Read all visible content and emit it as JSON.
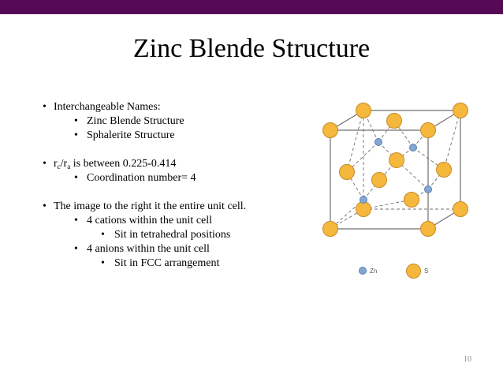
{
  "colors": {
    "top_bar": "#560a56",
    "sulfur_atom": "#f5b73c",
    "sulfur_atom_edge": "#c58d2a",
    "zinc_atom": "#86a6d2",
    "zinc_atom_edge": "#5a7fb2",
    "cell_edge": "#6f6f6f"
  },
  "slide": {
    "title": "Zinc Blende Structure",
    "bullets": {
      "names_heading": "Interchangeable Names:",
      "name_1": "Zinc Blende Structure",
      "name_2": "Sphalerite Structure",
      "ratio_r1": "r",
      "ratio_sub_c": "c",
      "ratio_slash": "/r",
      "ratio_sub_a": "a",
      "ratio_rest": " is between 0.225-0.414",
      "coordination": "Coordination number= 4",
      "unit_cell": "The image to the right it the entire unit cell.",
      "cations": "4 cations within the unit cell",
      "cations_detail": "Sit in tetrahedral positions",
      "anions": "4 anions within the unit cell",
      "anions_detail": "Sit in FCC arrangement"
    },
    "bullet_glyph": "•",
    "page_number": "10"
  },
  "figure": {
    "legend": {
      "zn_label": "Zn",
      "s_label": "S"
    }
  }
}
